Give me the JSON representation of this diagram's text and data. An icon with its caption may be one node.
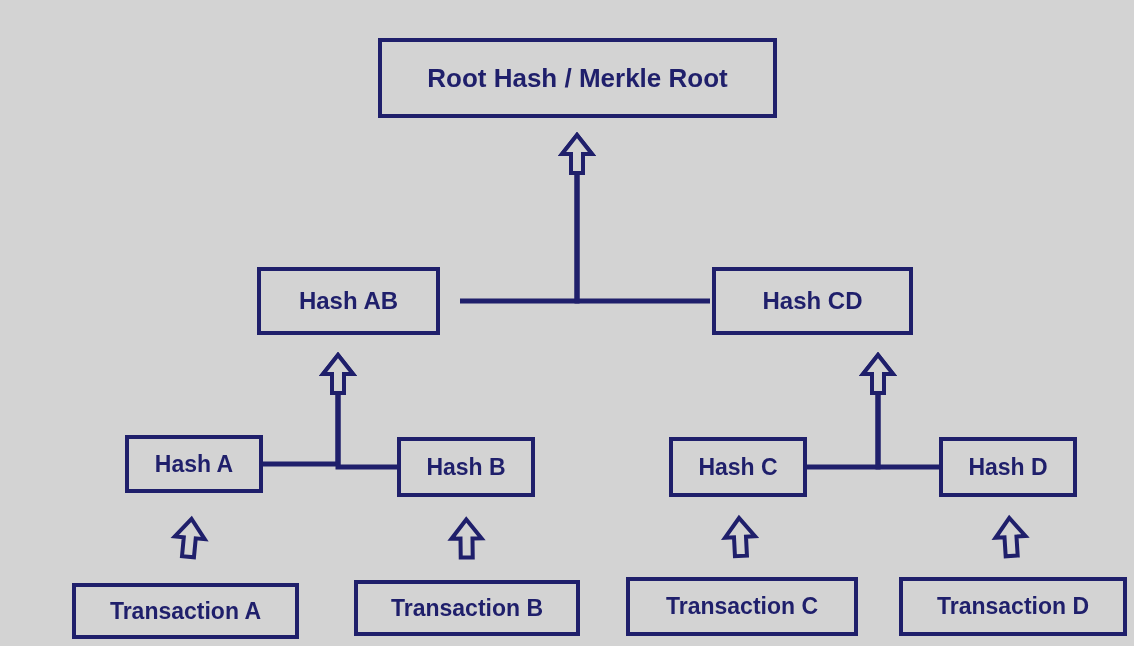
{
  "diagram": {
    "nodes": [
      {
        "text": [
          "Root Hash / Merkle Root"
        ]
      },
      {
        "text": [
          "Hash AB"
        ]
      },
      {
        "text": [
          "Hash CD"
        ]
      },
      {
        "text": [
          "Hash A"
        ]
      },
      {
        "text": [
          "Hash B"
        ]
      },
      {
        "text": [
          "Hash C"
        ]
      },
      {
        "text": [
          "Hash D"
        ]
      },
      {
        "text": [
          "Transaction A"
        ]
      },
      {
        "text": [
          "Transaction B"
        ]
      },
      {
        "text": [
          "Transaction C"
        ]
      },
      {
        "text": [
          "Transaction D"
        ]
      }
    ],
    "edges": [
      {
        "from": 1,
        "to": 0,
        "arrow": "to"
      },
      {
        "from": 2,
        "to": 0,
        "arrow": "to"
      },
      {
        "from": 3,
        "to": 1,
        "arrow": "to"
      },
      {
        "from": 4,
        "to": 1,
        "arrow": "to"
      },
      {
        "from": 5,
        "to": 2,
        "arrow": "to"
      },
      {
        "from": 6,
        "to": 2,
        "arrow": "to"
      },
      {
        "from": 7,
        "to": 3,
        "arrow": "to"
      },
      {
        "from": 8,
        "to": 4,
        "arrow": "to"
      },
      {
        "from": 9,
        "to": 5,
        "arrow": "to"
      },
      {
        "from": 10,
        "to": 6,
        "arrow": "to"
      }
    ]
  }
}
